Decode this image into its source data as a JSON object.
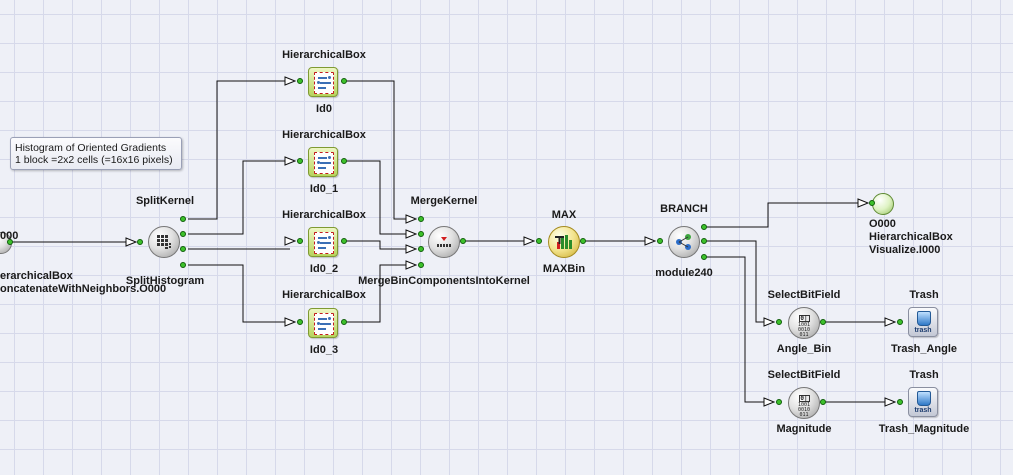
{
  "comment": {
    "line1": "Histogram of Oriented Gradients",
    "line2": "1 block =2x2 cells (=16x16 pixels)"
  },
  "nodes": {
    "input": {
      "top": "000",
      "name1": "erarchicalBox",
      "name2": "oncatenateWithNeighbors.O000"
    },
    "split": {
      "type": "SplitKernel",
      "name": "SplitHistogram"
    },
    "hb0": {
      "type": "HierarchicalBox",
      "name": "Id0"
    },
    "hb1": {
      "type": "HierarchicalBox",
      "name": "Id0_1"
    },
    "hb2": {
      "type": "HierarchicalBox",
      "name": "Id0_2"
    },
    "hb3": {
      "type": "HierarchicalBox",
      "name": "Id0_3"
    },
    "merge": {
      "type": "MergeKernel",
      "name": "MergeBinComponentsIntoKernel"
    },
    "max": {
      "type": "MAX",
      "name": "MAXBin"
    },
    "branch": {
      "type": "BRANCH",
      "name": "module240"
    },
    "output": {
      "name1": "O000",
      "name2": "HierarchicalBox",
      "name3": "Visualize.I000"
    },
    "sbf1": {
      "type": "SelectBitField",
      "name": "Angle_Bin"
    },
    "sbf2": {
      "type": "SelectBitField",
      "name": "Magnitude"
    },
    "trash1": {
      "type": "Trash",
      "name": "Trash_Angle"
    },
    "trash2": {
      "type": "Trash",
      "name": "Trash_Magnitude"
    }
  },
  "icons": {
    "trash_text": "trash",
    "sbf_top": "0|",
    "sbf_bits": "1001\n0010\n011"
  },
  "colors": {
    "port": "#3dc12b",
    "box": "#b7d45e",
    "wire": "#111111"
  }
}
